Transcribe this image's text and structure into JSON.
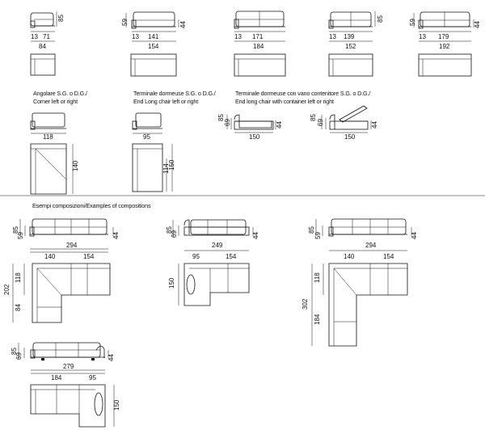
{
  "modules": {
    "m1": {
      "height": "85",
      "arm": "13",
      "seat": "71",
      "width": "84"
    },
    "m2": {
      "height": "59",
      "seat_h": "44",
      "arm": "13",
      "seat": "141",
      "width": "154"
    },
    "m3": {
      "arm": "13",
      "seat": "171",
      "width": "184"
    },
    "m4": {
      "height": "85",
      "arm": "13",
      "seat": "139",
      "width": "152"
    },
    "m5": {
      "height": "59",
      "seat_h": "44",
      "arm": "13",
      "seat": "179",
      "width": "192"
    }
  },
  "captions": {
    "corner_it": "Angolare S.G. o D.G./",
    "corner_en": "Corner left or right",
    "chair_it": "Terminale dormeuse S.G. o D.G./",
    "chair_en": "End Long chair left or right",
    "cont_it": "Terminale dormeuse con vano contenitore S.G. o D.G./",
    "cont_en": "End long chair with container left or right"
  },
  "corner": {
    "width": "118",
    "depth": "140"
  },
  "chair": {
    "width": "95",
    "depth1": "114",
    "depth2": "150"
  },
  "chair_side": {
    "h1": "85",
    "h2": "69",
    "seat_h": "44",
    "len": "150"
  },
  "cont_side": {
    "h1": "85",
    "h2": "69",
    "seat_h": "44",
    "len": "150"
  },
  "section_title": "Esempi composizioni/Examples of compositions",
  "comp1": {
    "h1": "85",
    "h2": "59",
    "seat_h": "44",
    "total": "294",
    "a": "140",
    "b": "154",
    "depth_total": "202",
    "d1": "118",
    "d2": "84"
  },
  "comp2": {
    "h1": "85",
    "h2": "69",
    "seat_h": "44",
    "total": "249",
    "a": "95",
    "b": "154",
    "depth": "150"
  },
  "comp3": {
    "h1": "85",
    "h2": "59",
    "seat_h": "44",
    "total": "294",
    "a": "140",
    "b": "154",
    "depth_total": "302",
    "d1": "118",
    "d2": "184"
  },
  "comp4": {
    "h1": "85",
    "h2": "69",
    "seat_h": "44",
    "total": "279",
    "a": "184",
    "b": "95",
    "depth": "150"
  }
}
